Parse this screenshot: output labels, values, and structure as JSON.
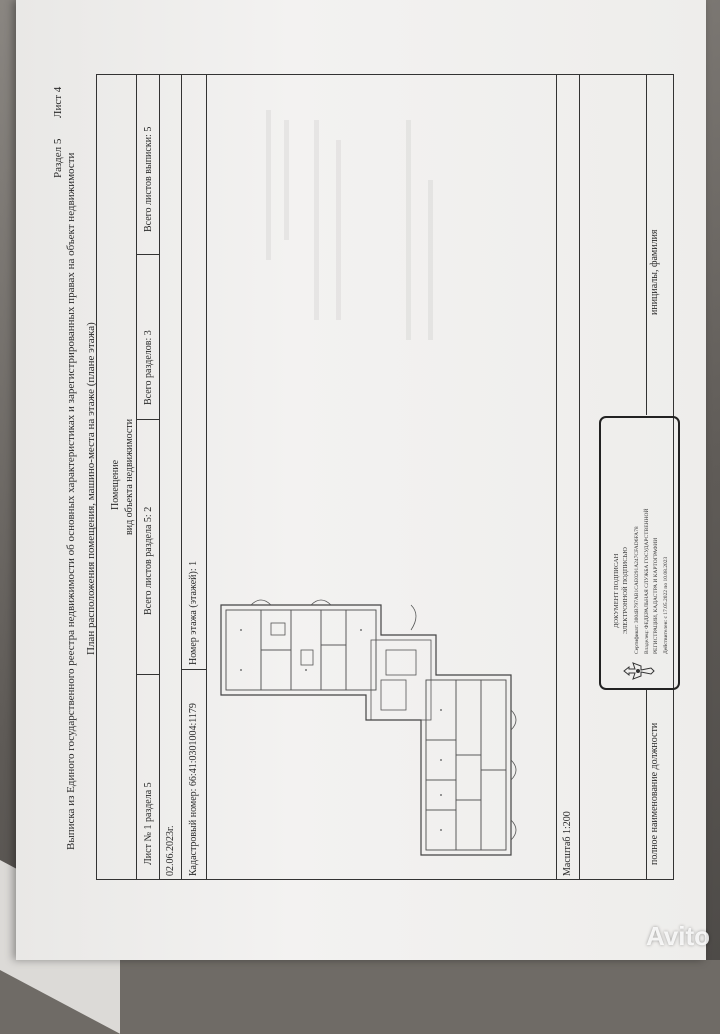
{
  "document": {
    "header_title": "Выписка из Единого государственного реестра недвижимости об основных характеристиках и зарегистрированных правах на объект недвижимости",
    "section_label": "Раздел 5",
    "sheet_label": "Лист 4",
    "plan_title": "План расположения помещения, машино-места на этаже (плане этажа)",
    "object_type_value": "Помещение",
    "object_type_caption": "вид объекта недвижимости",
    "sheet_no": "Лист № 1 раздела 5",
    "sheets_in_section": "Всего листов раздела 5: 2",
    "sections_total": "Всего разделов: 3",
    "sheets_total": "Всего листов выписки: 5",
    "date": "02.06.2023г.",
    "cadastral_number": "Кадастровый номер: 66:41:0301004:1179",
    "floor_number": "Номер этажа (этажей): 1",
    "scale": "Масштаб 1:200",
    "position_caption": "полное наименование должности",
    "initials_caption": "инициалы, фамилия"
  },
  "signature": {
    "line1": "ДОКУМЕНТ ПОДПИСАН",
    "line2": "ЭЛЕКТРОННОЙ ПОДПИСЬЮ",
    "certificate": "Сертификат: 3004B797AB1CAE0291A247CFAD6FA78",
    "owner_label": "Владелец: ФЕДЕРАЛЬНАЯ СЛУЖБА ГОСУДАРСТВЕННОЙ",
    "owner_cont": "РЕГИСТРАЦИИ, КАДАСТРА И КАРТОГРАФИИ",
    "valid": "Действителен: с 17.05.2022 по 10.08.2023"
  },
  "watermark": {
    "brand": "Avito"
  },
  "icons": {
    "emblem": "coat-of-arms-icon",
    "watermark": "avito-logo-icon"
  }
}
